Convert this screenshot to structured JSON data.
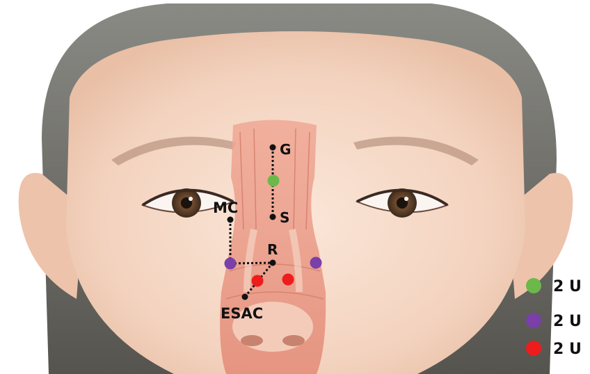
{
  "colors": {
    "green": "#6cb84a",
    "purple": "#7a3fa8",
    "red": "#ee1c1c",
    "muscle": "#e89a86",
    "skin": "#f6dccb",
    "hair": "#6d6c66"
  },
  "labels": {
    "G": "G",
    "S": "S",
    "MC": "MC",
    "R": "R",
    "ESAC": "ESAC"
  },
  "legend": [
    {
      "color": "green",
      "text": "2 U"
    },
    {
      "color": "purple",
      "text": "2 U"
    },
    {
      "color": "red",
      "text": "2 U"
    }
  ],
  "icons": [
    "face-illustration",
    "nasal-muscle-overlay",
    "eye-left",
    "eye-right"
  ]
}
